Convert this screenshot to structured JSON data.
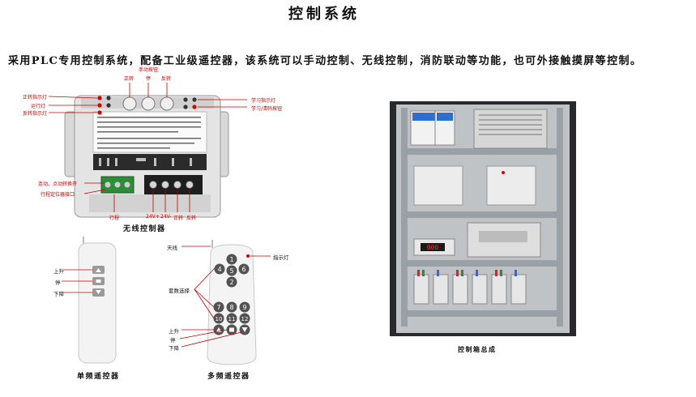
{
  "title": "控制系统",
  "intro": "采用PLC专用控制系统，配备工业级遥控器，该系统可以手动控制、无线控制，消防联动等功能，也可外接触摸屏等控制。",
  "controller": {
    "caption": "无线控制器",
    "top_labels": {
      "fwd": "正转",
      "stop": "停",
      "rev": "反转",
      "manual": "手动按钮"
    },
    "left_labels": {
      "fwd_light": "正转指示灯",
      "run_light": "运行灯",
      "rev_light": "反转指示灯",
      "mode_switch": "连动、点动转换开",
      "limit_port": "行程定位器接口"
    },
    "right_labels": {
      "learn_light": "学习指示灯",
      "learn_button": "学习/清码按钮"
    },
    "bottom_labels": {
      "limit": "行程",
      "v24a": "24V+",
      "v24b": "24V-",
      "fwd": "正转",
      "rev": "反转"
    }
  },
  "single_remote": {
    "caption": "单频遥控器",
    "labels": {
      "up": "上升",
      "stop": "停",
      "down": "下降"
    }
  },
  "multi_remote": {
    "caption": "多频遥控器",
    "labels": {
      "antenna": "天线",
      "indicator": "指示灯",
      "channel": "套数选择",
      "up": "上升",
      "stop": "停",
      "down": "下降"
    },
    "keys": [
      "1",
      "4",
      "5",
      "6",
      "2",
      "7",
      "8",
      "9",
      "10",
      "11",
      "12"
    ]
  },
  "cabinet": {
    "caption": "控制箱总成",
    "display": "000"
  }
}
